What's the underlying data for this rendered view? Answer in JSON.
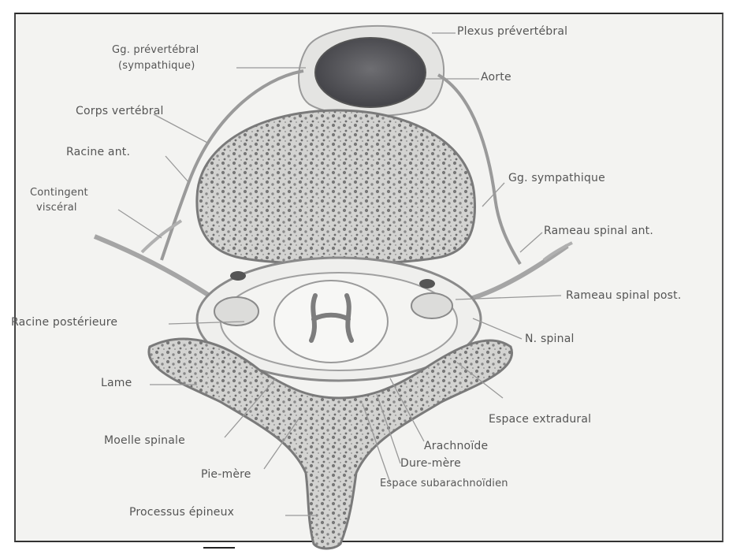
{
  "labels": {
    "plexus_prevertebral": "Plexus prévertébral",
    "gg_prevertebral_line1": "Gg. prévertébral",
    "gg_prevertebral_line2": "(sympathique)",
    "aorte": "Aorte",
    "corps_vertebral": "Corps vertébral",
    "racine_ant": "Racine ant.",
    "contingent_line1": "Contingent",
    "contingent_line2": "viscéral",
    "gg_sympathique": "Gg. sympathique",
    "rameau_spinal_ant": "Rameau spinal ant.",
    "rameau_spinal_post": "Rameau spinal post.",
    "racine_posterieure": "Racine postérieure",
    "n_spinal": "N. spinal",
    "lame": "Lame",
    "espace_extradural": "Espace extradural",
    "moelle_spinale": "Moelle spinale",
    "arachnoide": "Arachnoïde",
    "dure_mere": "Dure-mère",
    "pie_mere": "Pie-mère",
    "espace_subarachnoidien": "Espace subarachnoïdien",
    "processus_epineux": "Processus épineux"
  },
  "colors": {
    "bone_fill": "#d2d2d0",
    "bone_texture": "#6f6f6f",
    "aorta_fill": "#5a5a5e",
    "line": "#8a8a8a",
    "label_text": "#555555"
  }
}
